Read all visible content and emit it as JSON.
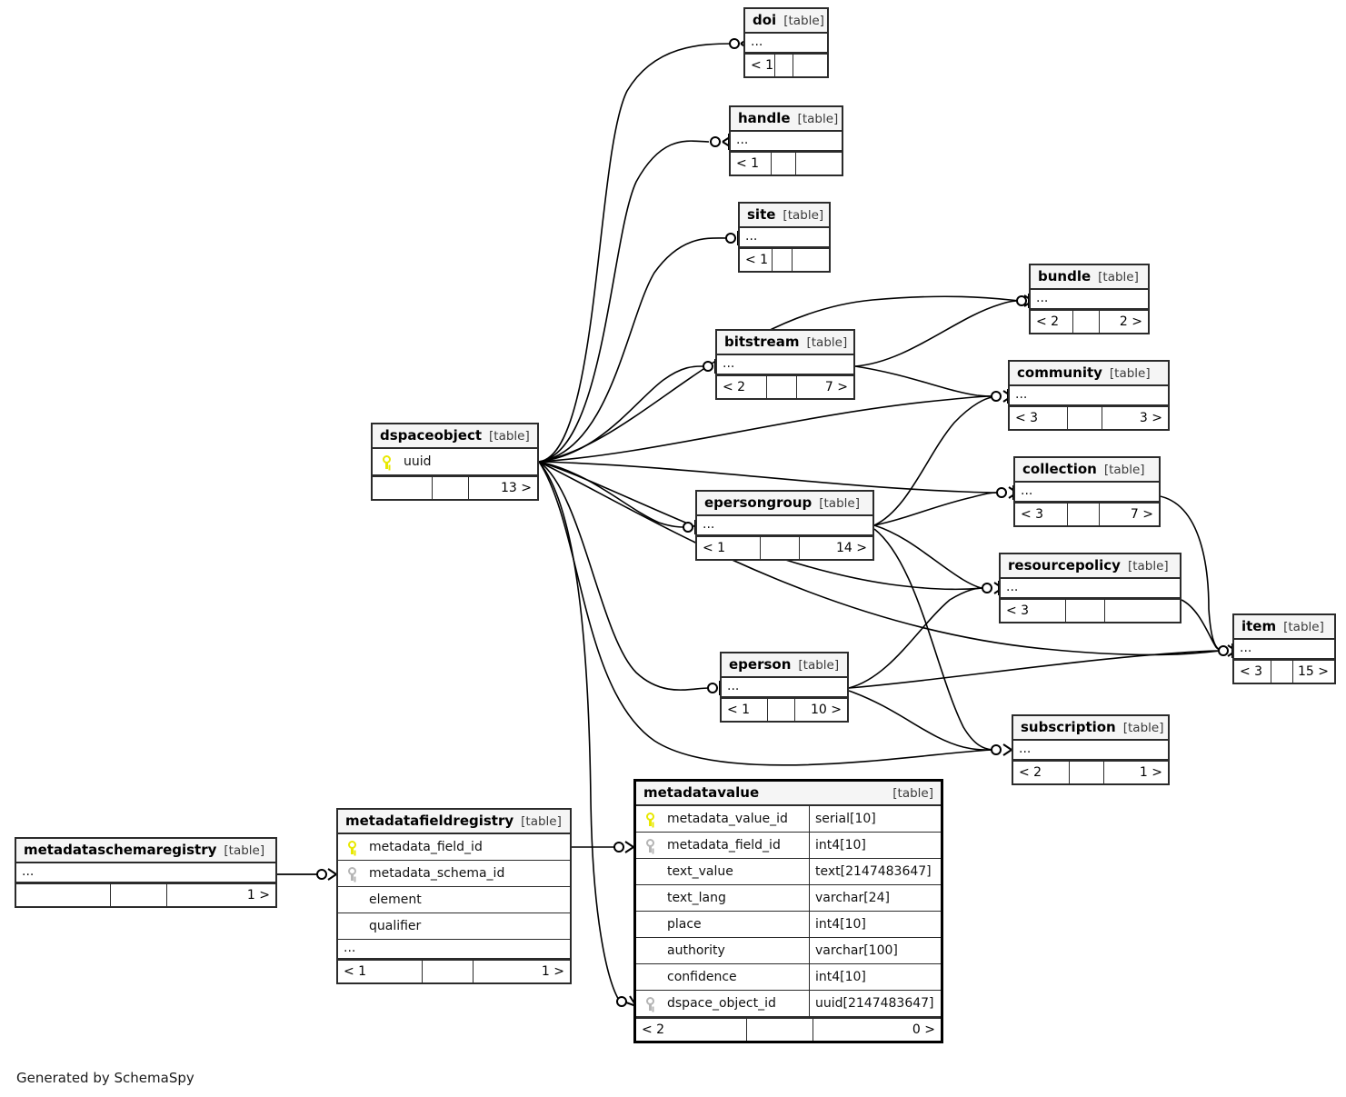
{
  "diagram": {
    "type": "entity-relationship-diagram",
    "generator_credit": "Generated by SchemaSpy",
    "table_tag": "[table]",
    "ellipsis": "...",
    "empty": ""
  },
  "tables": {
    "doi": {
      "name": "doi",
      "tag": "[table]",
      "rows": [
        "..."
      ],
      "footer": {
        "left": "< 1",
        "mid": "",
        "right": ""
      }
    },
    "handle": {
      "name": "handle",
      "tag": "[table]",
      "rows": [
        "..."
      ],
      "footer": {
        "left": "< 1",
        "mid": "",
        "right": ""
      }
    },
    "site": {
      "name": "site",
      "tag": "[table]",
      "rows": [
        "..."
      ],
      "footer": {
        "left": "< 1",
        "mid": "",
        "right": ""
      }
    },
    "bitstream": {
      "name": "bitstream",
      "tag": "[table]",
      "rows": [
        "..."
      ],
      "footer": {
        "left": "< 2",
        "mid": "",
        "right": "7 >"
      }
    },
    "bundle": {
      "name": "bundle",
      "tag": "[table]",
      "rows": [
        "..."
      ],
      "footer": {
        "left": "< 2",
        "mid": "",
        "right": "2 >"
      }
    },
    "community": {
      "name": "community",
      "tag": "[table]",
      "rows": [
        "..."
      ],
      "footer": {
        "left": "< 3",
        "mid": "",
        "right": "3 >"
      }
    },
    "collection": {
      "name": "collection",
      "tag": "[table]",
      "rows": [
        "..."
      ],
      "footer": {
        "left": "< 3",
        "mid": "",
        "right": "7 >"
      }
    },
    "resourcepolicy": {
      "name": "resourcepolicy",
      "tag": "[table]",
      "rows": [
        "..."
      ],
      "footer": {
        "left": "< 3",
        "mid": "",
        "right": ""
      }
    },
    "item": {
      "name": "item",
      "tag": "[table]",
      "rows": [
        "..."
      ],
      "footer": {
        "left": "< 3",
        "mid": "",
        "right": "15 >"
      }
    },
    "epersongroup": {
      "name": "epersongroup",
      "tag": "[table]",
      "rows": [
        "..."
      ],
      "footer": {
        "left": "< 1",
        "mid": "",
        "right": "14 >"
      }
    },
    "eperson": {
      "name": "eperson",
      "tag": "[table]",
      "rows": [
        "..."
      ],
      "footer": {
        "left": "< 1",
        "mid": "",
        "right": "10 >"
      }
    },
    "subscription": {
      "name": "subscription",
      "tag": "[table]",
      "rows": [
        "..."
      ],
      "footer": {
        "left": "< 2",
        "mid": "",
        "right": "1 >"
      }
    },
    "dspaceobject": {
      "name": "dspaceobject",
      "tag": "[table]",
      "columns": [
        {
          "key": "pk",
          "name": "uuid"
        }
      ],
      "footer": {
        "left": "",
        "mid": "",
        "right": "13 >"
      }
    },
    "metadataschemaregistry": {
      "name": "metadataschemaregistry",
      "tag": "[table]",
      "rows": [
        "..."
      ],
      "footer": {
        "left": "",
        "mid": "",
        "right": "1 >"
      }
    },
    "metadatafieldregistry": {
      "name": "metadatafieldregistry",
      "tag": "[table]",
      "columns": [
        {
          "key": "pk",
          "name": "metadata_field_id"
        },
        {
          "key": "fk",
          "name": "metadata_schema_id"
        },
        {
          "key": "none",
          "name": "element"
        },
        {
          "key": "none",
          "name": "qualifier"
        }
      ],
      "rows": [
        "..."
      ],
      "footer": {
        "left": "< 1",
        "mid": "",
        "right": "1 >"
      }
    },
    "metadatavalue": {
      "name": "metadatavalue",
      "tag": "[table]",
      "focus": true,
      "columns": [
        {
          "key": "pk",
          "name": "metadata_value_id",
          "type": "serial[10]"
        },
        {
          "key": "fk",
          "name": "metadata_field_id",
          "type": "int4[10]"
        },
        {
          "key": "none",
          "name": "text_value",
          "type": "text[2147483647]"
        },
        {
          "key": "none",
          "name": "text_lang",
          "type": "varchar[24]"
        },
        {
          "key": "none",
          "name": "place",
          "type": "int4[10]"
        },
        {
          "key": "none",
          "name": "authority",
          "type": "varchar[100]"
        },
        {
          "key": "none",
          "name": "confidence",
          "type": "int4[10]"
        },
        {
          "key": "fk",
          "name": "dspace_object_id",
          "type": "uuid[2147483647]"
        }
      ],
      "footer": {
        "left": "< 2",
        "mid": "",
        "right": "0 >"
      }
    }
  },
  "colors": {
    "primary_key": "#e8e800",
    "foreign_key": "#b5b5b5",
    "border": "#2b2b2b",
    "header_fill": "#f5f5f5",
    "background": "#ffffff",
    "edge": "#000000"
  }
}
